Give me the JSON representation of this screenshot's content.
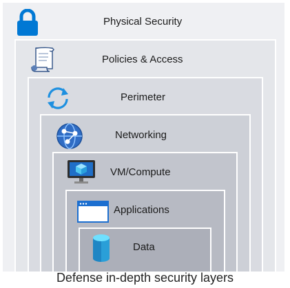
{
  "layers": [
    {
      "label": "Physical Security",
      "icon": "lock-icon",
      "color": "#eff0f3"
    },
    {
      "label": "Policies & Access",
      "icon": "scroll-icon",
      "color": "#e4e6ea"
    },
    {
      "label": "Perimeter",
      "icon": "sync-arrows-icon",
      "color": "#d9dbe1"
    },
    {
      "label": "Networking",
      "icon": "network-globe-icon",
      "color": "#cdd0d7"
    },
    {
      "label": "VM/Compute",
      "icon": "monitor-cube-icon",
      "color": "#c2c5cd"
    },
    {
      "label": "Applications",
      "icon": "app-window-icon",
      "color": "#b7bac3"
    },
    {
      "label": "Data",
      "icon": "database-icon",
      "color": "#acafb9"
    }
  ],
  "icon_colors": {
    "primary": "#0078d4",
    "light": "#50e6ff"
  },
  "caption": "Defense in-depth security layers"
}
